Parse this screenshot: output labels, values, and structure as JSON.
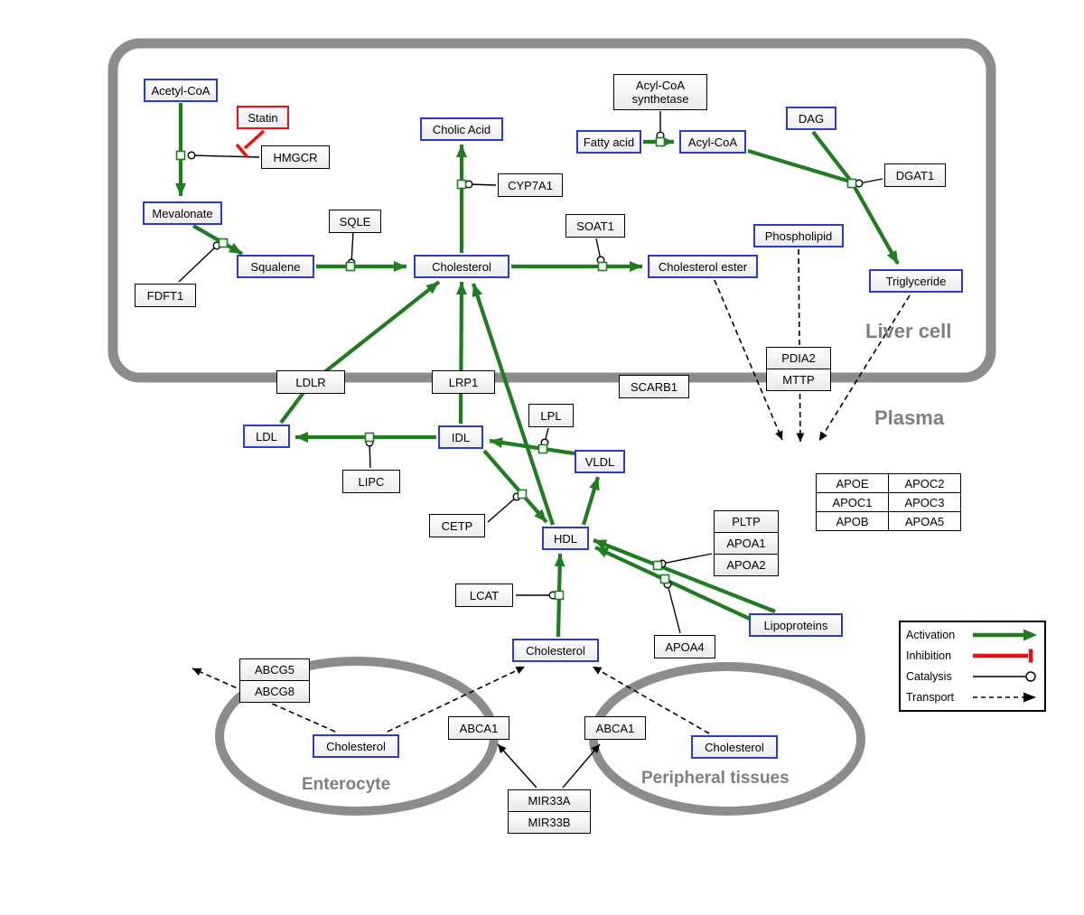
{
  "colors": {
    "activation_green": "#1f7d1f",
    "inhibition_red": "#e81010",
    "metabolite_border_blue": "#2b3cc8",
    "membrane_gray": "#8c8c8c",
    "region_label_gray": "#7f7f7f"
  },
  "regions": {
    "liver_cell": "Liver cell",
    "plasma": "Plasma",
    "enterocyte": "Enterocyte",
    "peripheral_tissues": "Peripheral tissues"
  },
  "nodes": {
    "acetyl_coa": "Acetyl-CoA",
    "statin": "Statin",
    "hmgcr": "HMGCR",
    "mevalonate": "Mevalonate",
    "fdft1": "FDFT1",
    "squalene": "Squalene",
    "sqle": "SQLE",
    "cholic_acid": "Cholic Acid",
    "cyp7a1": "CYP7A1",
    "cholesterol_liver": "Cholesterol",
    "soat1": "SOAT1",
    "cholesterol_ester": "Cholesterol ester",
    "fatty_acid": "Fatty acid",
    "acyl_coa_synthetase_line1": "Acyl-CoA",
    "acyl_coa_synthetase_line2": "synthetase",
    "acyl_coa": "Acyl-CoA",
    "dag": "DAG",
    "dgat1": "DGAT1",
    "phospholipid": "Phospholipid",
    "triglyceride": "Triglyceride",
    "pdia2": "PDIA2",
    "mttp": "MTTP",
    "ldlr": "LDLR",
    "lrp1": "LRP1",
    "scarb1": "SCARB1",
    "ldl": "LDL",
    "idl": "IDL",
    "vldl": "VLDL",
    "lpl": "LPL",
    "lipc": "LIPC",
    "cetp": "CETP",
    "hdl": "HDL",
    "lcat": "LCAT",
    "apoa4": "APOA4",
    "pltp": "PLTP",
    "apoa1": "APOA1",
    "apoa2": "APOA2",
    "lipoproteins": "Lipoproteins",
    "cholesterol_plasma": "Cholesterol",
    "abcg5": "ABCG5",
    "abcg8": "ABCG8",
    "cholesterol_enterocyte": "Cholesterol",
    "abca1_enterocyte": "ABCA1",
    "abca1_peripheral": "ABCA1",
    "cholesterol_peripheral": "Cholesterol",
    "mir33a": "MIR33A",
    "mir33b": "MIR33B"
  },
  "apo_table": {
    "rows": [
      [
        "APOE",
        "APOC2"
      ],
      [
        "APOC1",
        "APOC3"
      ],
      [
        "APOB",
        "APOA5"
      ]
    ]
  },
  "legend": {
    "activation": "Activation",
    "inhibition": "Inhibition",
    "catalysis": "Catalysis",
    "transport": "Transport"
  }
}
